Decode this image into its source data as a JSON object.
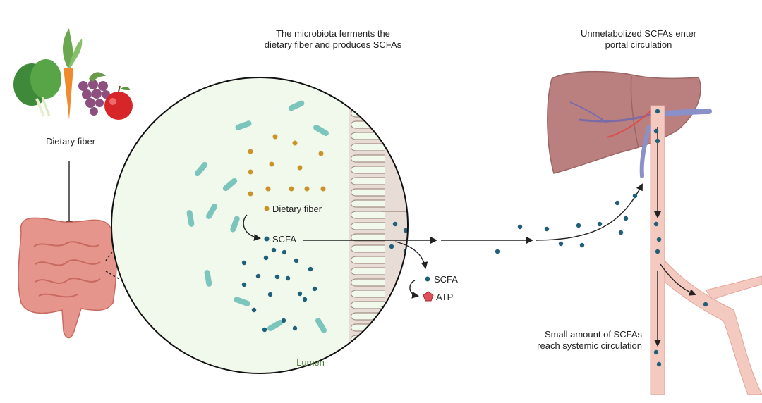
{
  "labels": {
    "dietary_fiber_source": "Dietary fiber",
    "ferment_line1": "The microbiota ferments the",
    "ferment_line2": "dietary fiber and produces SCFAs",
    "portal_line1": "Unmetabolized SCFAs enter",
    "portal_line2": "portal circulation",
    "circle_dietary_fiber": "Dietary fiber",
    "circle_scfa": "SCFA",
    "cell_scfa": "SCFA",
    "atp": "ATP",
    "lumen": "Lumen",
    "systemic_line1": "Small amount of SCFAs",
    "systemic_line2": "reach systemic circulation"
  },
  "colors": {
    "lumen_fill": "#f1f8ec",
    "tissue_fill": "#e8ddd6",
    "tissue_line": "#a59085",
    "bacteria": "#7cc5bd",
    "fiber_dot": "#c9932a",
    "scfa_dot": "#1f5f7a",
    "liver": "#b9807f",
    "vessel": "#f3c9c0",
    "vein": "#8a90c8",
    "atp": "#e0505a",
    "gut": "#e5958c",
    "arrow": "#222222"
  },
  "icons": [
    "vegetables-icon",
    "intestine-icon",
    "liver-icon",
    "mitochondrion-icon",
    "atp-pentagon-icon",
    "bacterium-icon"
  ]
}
